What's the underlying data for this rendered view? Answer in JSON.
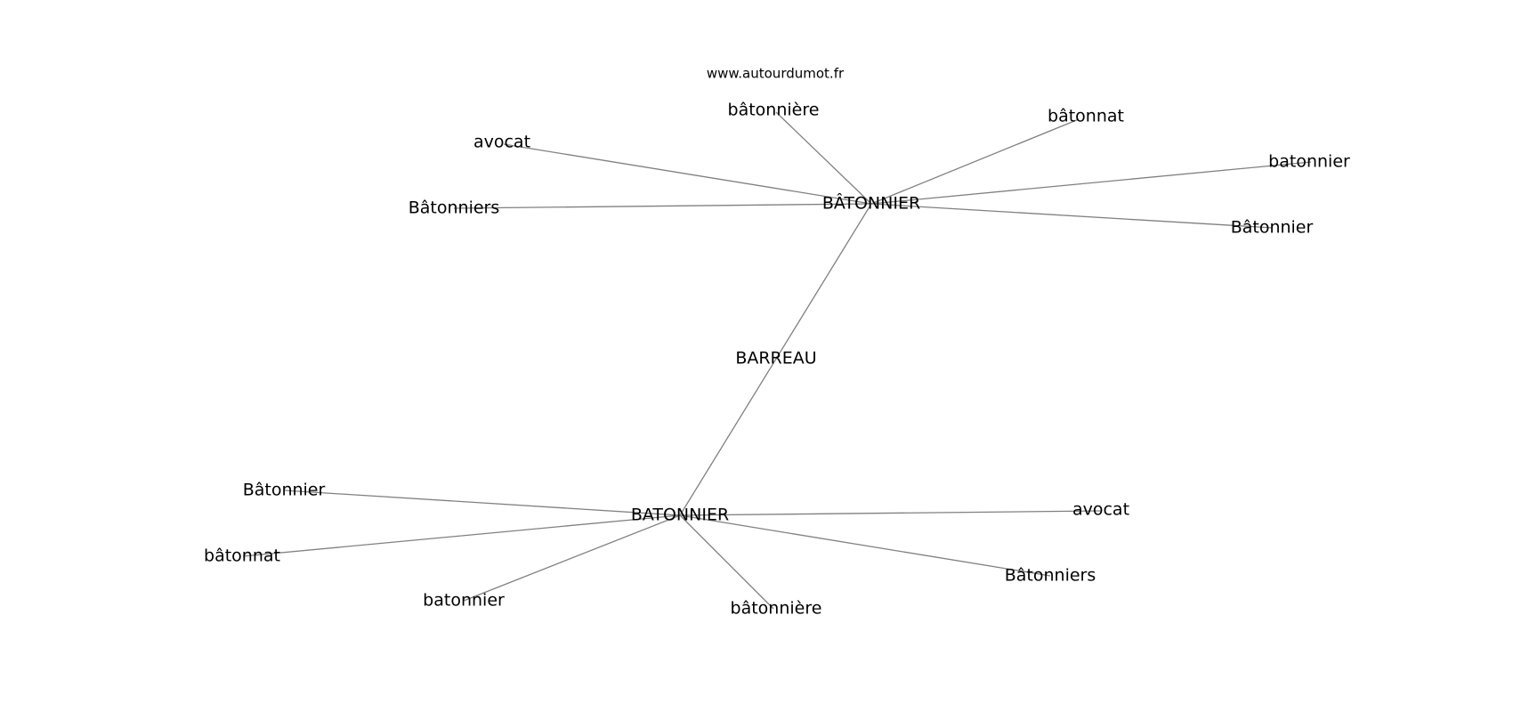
{
  "watermark": "www.autourdumot.fr",
  "graph": {
    "nodes": [
      {
        "id": "barreau",
        "label": "BARREAU"
      },
      {
        "id": "hub_accent",
        "label": "BÂTONNIER"
      },
      {
        "id": "hub_plain",
        "label": "BATONNIER"
      },
      {
        "id": "a_batonniere",
        "label": "bâtonnière"
      },
      {
        "id": "a_batonnat",
        "label": "bâtonnat"
      },
      {
        "id": "a_avocat",
        "label": "avocat"
      },
      {
        "id": "a_batonnier_lc",
        "label": "batonnier"
      },
      {
        "id": "a_batonniers",
        "label": "Bâtonniers"
      },
      {
        "id": "a_batonnier_cap",
        "label": "Bâtonnier"
      },
      {
        "id": "b_batonnier_cap",
        "label": "Bâtonnier"
      },
      {
        "id": "b_avocat",
        "label": "avocat"
      },
      {
        "id": "b_batonnat",
        "label": "bâtonnat"
      },
      {
        "id": "b_batonniers",
        "label": "Bâtonniers"
      },
      {
        "id": "b_batonnier_lc",
        "label": "batonnier"
      },
      {
        "id": "b_batonniere",
        "label": "bâtonnière"
      }
    ],
    "edges": [
      [
        "hub_accent",
        "hub_plain"
      ],
      [
        "hub_accent",
        "a_batonniere"
      ],
      [
        "hub_accent",
        "a_batonnat"
      ],
      [
        "hub_accent",
        "a_avocat"
      ],
      [
        "hub_accent",
        "a_batonnier_lc"
      ],
      [
        "hub_accent",
        "a_batonniers"
      ],
      [
        "hub_accent",
        "a_batonnier_cap"
      ],
      [
        "hub_plain",
        "b_batonnier_cap"
      ],
      [
        "hub_plain",
        "b_avocat"
      ],
      [
        "hub_plain",
        "b_batonnat"
      ],
      [
        "hub_plain",
        "b_batonniers"
      ],
      [
        "hub_plain",
        "b_batonnier_lc"
      ],
      [
        "hub_plain",
        "b_batonniere"
      ]
    ]
  }
}
